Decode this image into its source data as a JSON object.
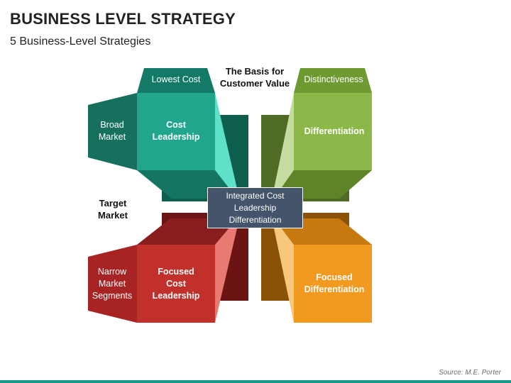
{
  "title": "BUSINESS LEVEL STRATEGY",
  "subtitle": "5 Business-Level Strategies",
  "basis_label": "The Basis for\nCustomer Value",
  "target_label": "Target\nMarket",
  "top_tabs": {
    "left": "Lowest Cost",
    "right": "Distinctiveness"
  },
  "side_tabs": {
    "top": "Broad\nMarket",
    "bottom": "Narrow\nMarket\nSegments"
  },
  "quadrants": {
    "cost_leadership": "Cost\nLeadership",
    "differentiation": "Differentiation",
    "focused_cost_leadership": "Focused\nCost\nLeadership",
    "focused_differentiation": "Focused\nDifferentiation"
  },
  "center": "Integrated Cost\nLeadership\nDifferentiation",
  "source": "Source: M.E. Porter",
  "colors": {
    "teal": "#1fa58c",
    "green": "#8db84a",
    "red": "#c0302b",
    "orange": "#f29a1f",
    "center": "#44546a",
    "bar": "#1a9a8a"
  }
}
